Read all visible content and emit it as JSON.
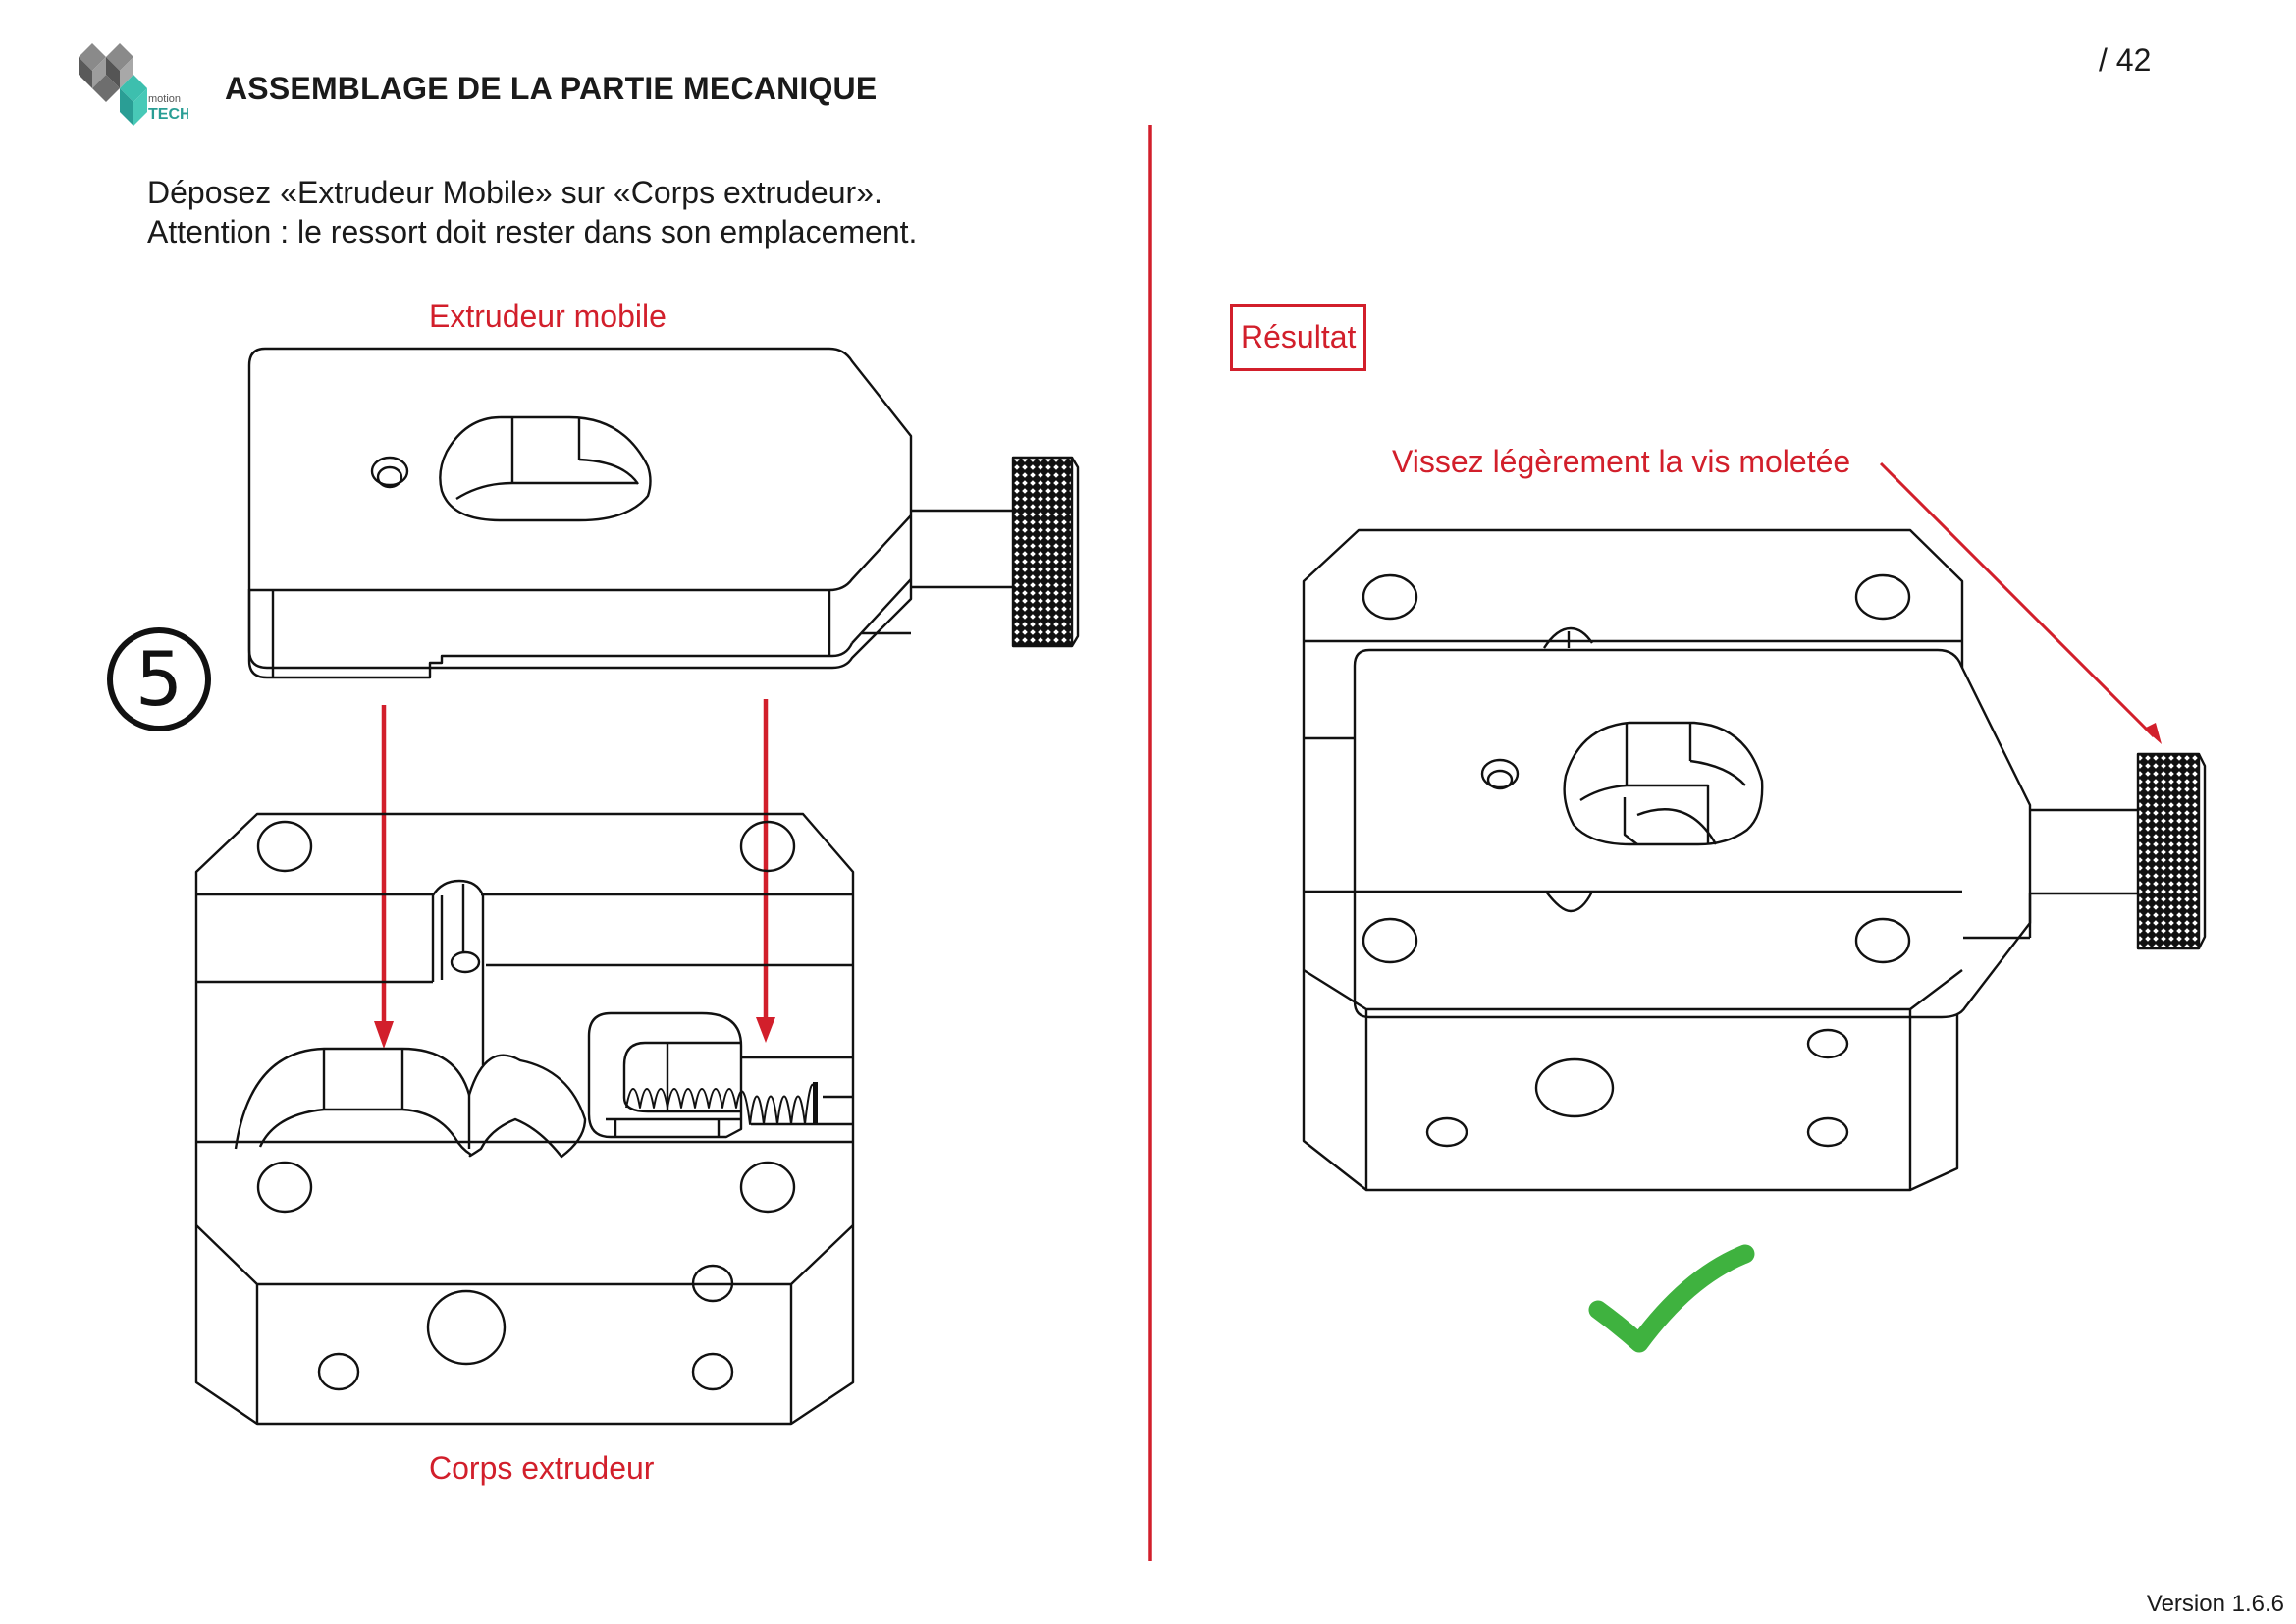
{
  "header": {
    "logo_text_top": "motion",
    "logo_text_bottom": "TECH",
    "title": "ASSEMBLAGE DE LA PARTIE MECANIQUE",
    "page_number": "/ 42"
  },
  "instructions": {
    "line1": "Déposez «Extrudeur Mobile» sur «Corps extrudeur».",
    "line2": "Attention : le ressort doit rester dans son emplacement."
  },
  "step": {
    "number": "5"
  },
  "left_panel": {
    "top_part_label": "Extrudeur mobile",
    "bottom_part_label": "Corps extrudeur"
  },
  "right_panel": {
    "result_label": "Résultat",
    "annotation": "Vissez légèrement la vis moletée",
    "status_icon": "check-icon"
  },
  "footer": {
    "version": "Version 1.6.6"
  },
  "colors": {
    "accent_red": "#d21f2b",
    "check_green": "#3fb23f",
    "logo_teal": "#3dbfae",
    "logo_gray": "#6e6e6e"
  }
}
